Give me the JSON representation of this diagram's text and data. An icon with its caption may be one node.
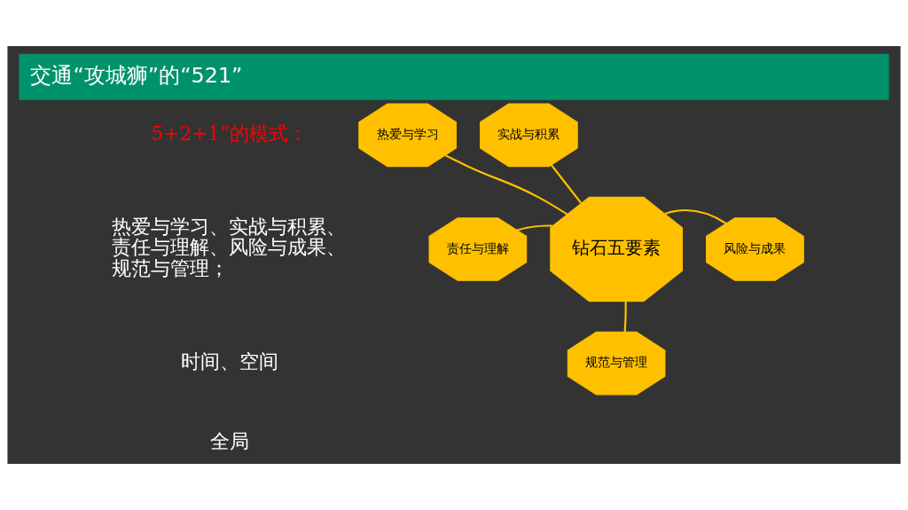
{
  "diagram": {
    "title": "交通“攻城狮”的“521”",
    "nodes": [
      {
        "text": [
          "热爱与学习"
        ]
      },
      {
        "text": [
          "实战与积累"
        ]
      },
      {
        "text": [
          "责任与理解"
        ]
      },
      {
        "text": [
          "钻石五要素"
        ]
      },
      {
        "text": [
          "风险与成果"
        ]
      },
      {
        "text": [
          "规范与管理"
        ]
      }
    ],
    "edges": [
      {
        "from": 3,
        "to": 0,
        "arrow": "none"
      },
      {
        "from": 3,
        "to": 1,
        "arrow": "none"
      },
      {
        "from": 3,
        "to": 2,
        "arrow": "none"
      },
      {
        "from": 3,
        "to": 4,
        "arrow": "none"
      },
      {
        "from": 3,
        "to": 5,
        "arrow": "none"
      }
    ],
    "labels": [
      "5+2+1”的模式：",
      "热爱与学习、实战与积累、责任与理解、风险与成果、规范与管理；",
      "时间、空间",
      "全局"
    ]
  }
}
